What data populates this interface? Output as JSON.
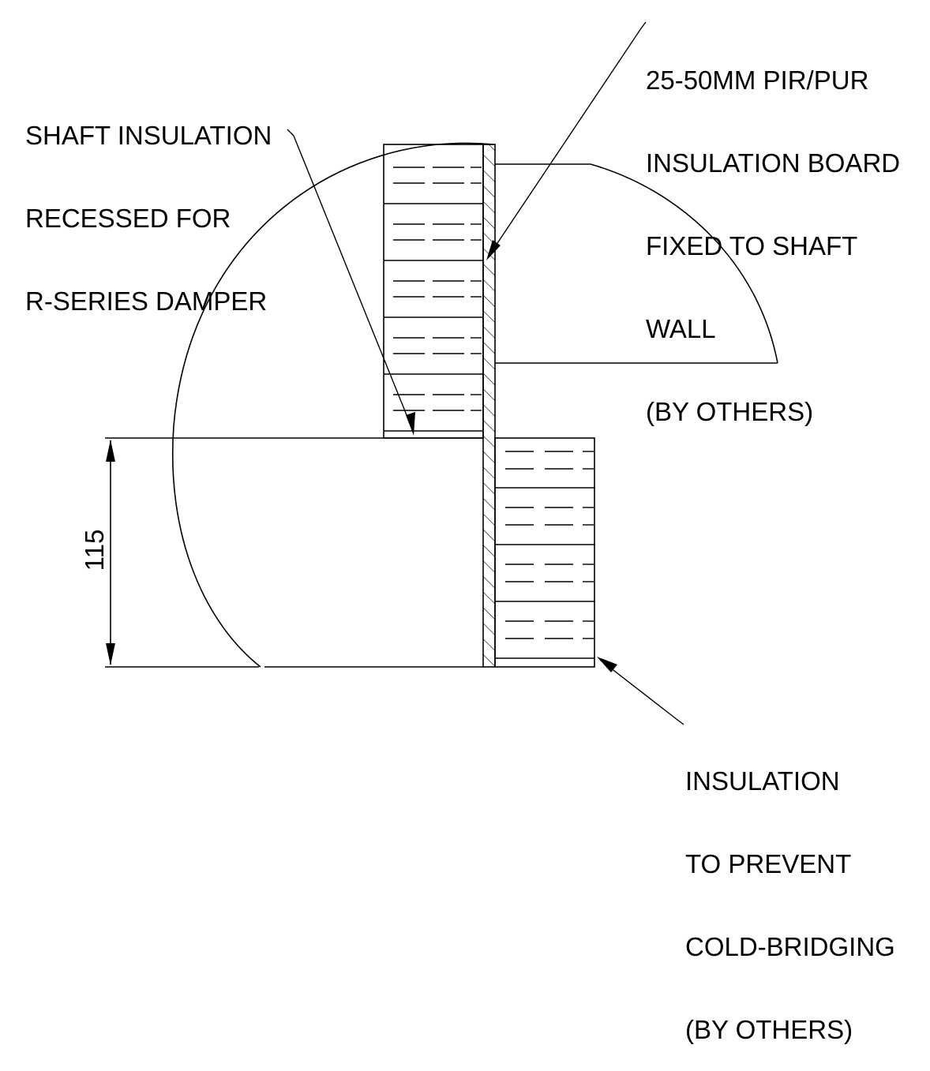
{
  "labels": {
    "shaft_insulation": [
      "SHAFT INSULATION",
      "RECESSED FOR",
      "R-SERIES DAMPER"
    ],
    "insulation_board": [
      "25-50MM PIR/PUR",
      "INSULATION BOARD",
      "FIXED TO SHAFT",
      "WALL",
      "(BY OTHERS)"
    ],
    "cold_bridging": [
      "INSULATION",
      "TO PREVENT",
      "COLD-BRIDGING",
      "(BY OTHERS)"
    ]
  },
  "dimension": {
    "value": "115"
  },
  "colors": {
    "line": "#000000",
    "background": "#ffffff"
  }
}
